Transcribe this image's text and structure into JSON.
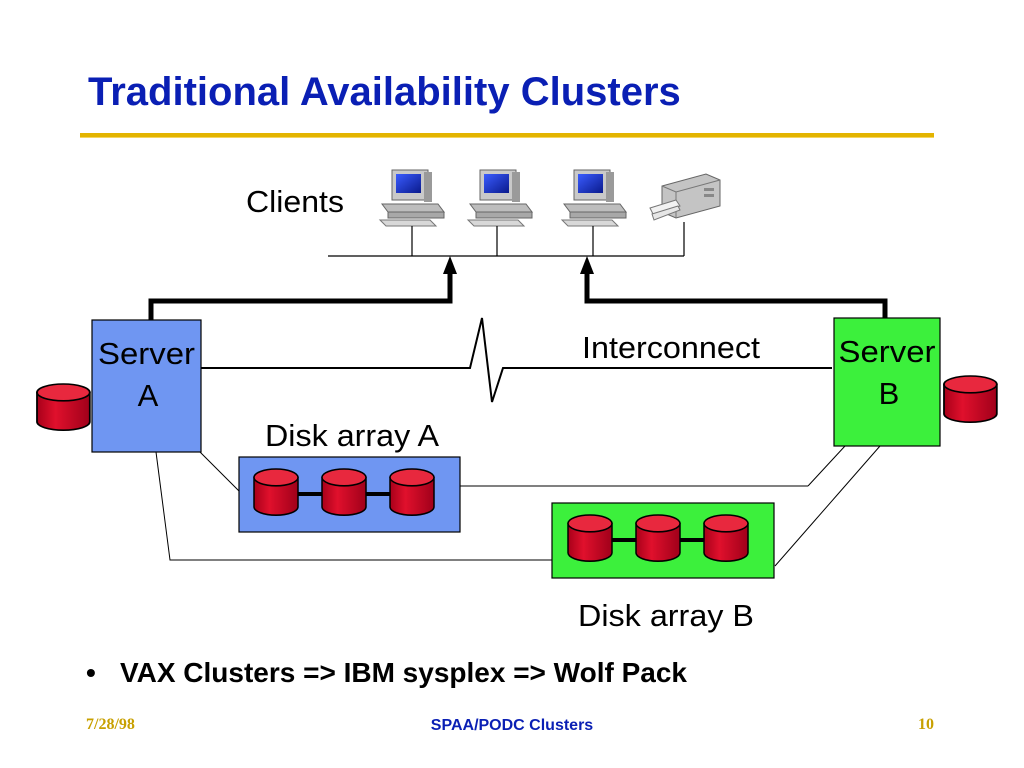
{
  "slide": {
    "title": "Traditional Availability Clusters",
    "bullet": "VAX Clusters => IBM sysplex  => Wolf Pack",
    "footer": {
      "date": "7/28/98",
      "center": "SPAA/PODC Clusters",
      "page": "10"
    }
  },
  "diagram": {
    "clients_label": "Clients",
    "interconnect_label": "Interconnect",
    "server_a": {
      "line1": "Server",
      "line2": "A"
    },
    "server_b": {
      "line1": "Server",
      "line2": "B"
    },
    "disk_array_a_label": "Disk array A",
    "disk_array_b_label": "Disk array B",
    "colors": {
      "server_a_fill": "#6f96f2",
      "server_b_fill": "#3cf03c",
      "disk_red": "#d40020",
      "title_blue": "#0a1fb4",
      "rule_gold": "#e3b400"
    },
    "icons": [
      "desktop-computer-icon",
      "desktop-computer-icon",
      "desktop-computer-icon",
      "printer-icon"
    ]
  }
}
